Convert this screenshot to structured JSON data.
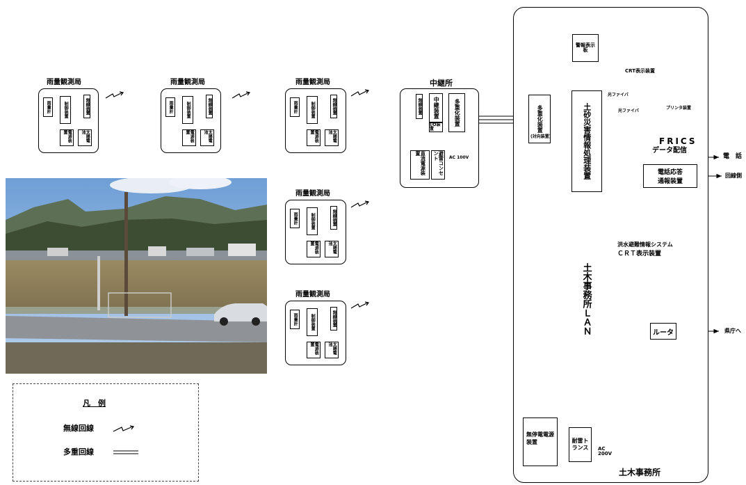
{
  "rain_station": {
    "title": "雨量観測局",
    "gauge": "雨量計",
    "modem": "無線装置",
    "control": "制御装置",
    "battery": "電源装置",
    "solar": "太陽電池"
  },
  "relay": {
    "title": "中継所",
    "modem": "無線装置",
    "relay_device": "中継装置",
    "io": "I/O装置",
    "multiplex": "多重化装置",
    "dc_power": "直流電源装置",
    "outlet": "避雷コンセント",
    "ac_label": "AC 100V"
  },
  "office": {
    "title": "土木事務所",
    "panel": "警報表示板",
    "multiplex": "多重化装置",
    "multiplex_sub": "(対向装置)",
    "processor": "土砂災害情報処理装置",
    "crt": "CRT表示装置",
    "fiber1": "光ファイバ",
    "fiber2": "光ファイバ",
    "printer": "プリンタ装置",
    "frics": "FRICS",
    "frics_sub": "データ配信",
    "phone": "電　話",
    "phone_resp": "電話応答",
    "phone_resp2": "通報装置",
    "line_side": "回線側",
    "flood_crt": "洪水避難情報システム",
    "flood_crt2": "ＣＲＴ表示装置",
    "lan": "土木事務所ＬＡＮ",
    "router": "ルータ",
    "pref": "県庁へ",
    "ups": "無停電電源装置",
    "trans": "耐雷トランス",
    "ac_label": "AC 200V"
  },
  "legend": {
    "title": "凡　例",
    "wireless": "無線回線",
    "multiplex": "多重回線"
  }
}
